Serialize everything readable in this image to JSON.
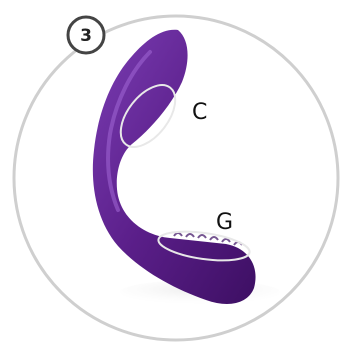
{
  "step_number": "3",
  "labels": {
    "upper_zone": "C",
    "lower_zone": "G"
  },
  "colors": {
    "device": "#5b1f8a",
    "device_shadow": "#3d0f63",
    "device_highlight": "#8a4cc0",
    "outline_ring": "#cfcfcf",
    "zone_marker": "#e8e8e8"
  }
}
